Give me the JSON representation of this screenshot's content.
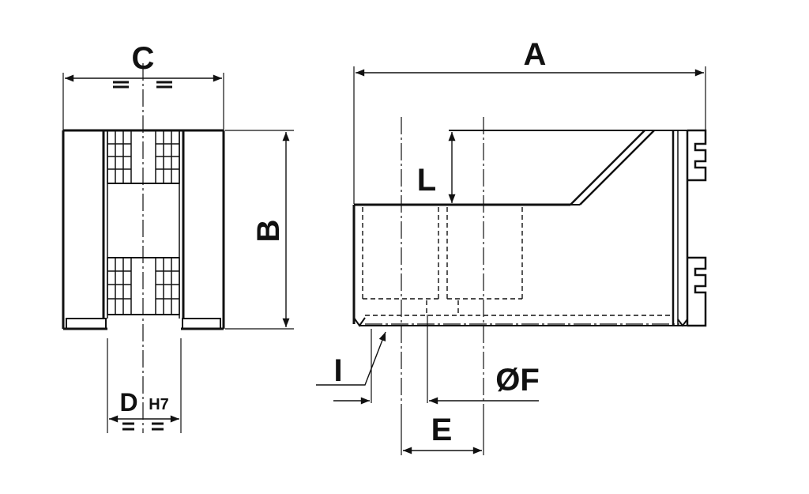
{
  "drawing": {
    "front_view": {
      "width_label": "C",
      "height_label": "B",
      "bore_label": "D",
      "bore_tolerance": "H7"
    },
    "side_view": {
      "length_label": "A",
      "step_label": "L",
      "diameter_label": "ØF",
      "offset_label": "E",
      "edge_label": "I"
    },
    "colors": {
      "line": "#111111",
      "background": "#ffffff"
    }
  }
}
